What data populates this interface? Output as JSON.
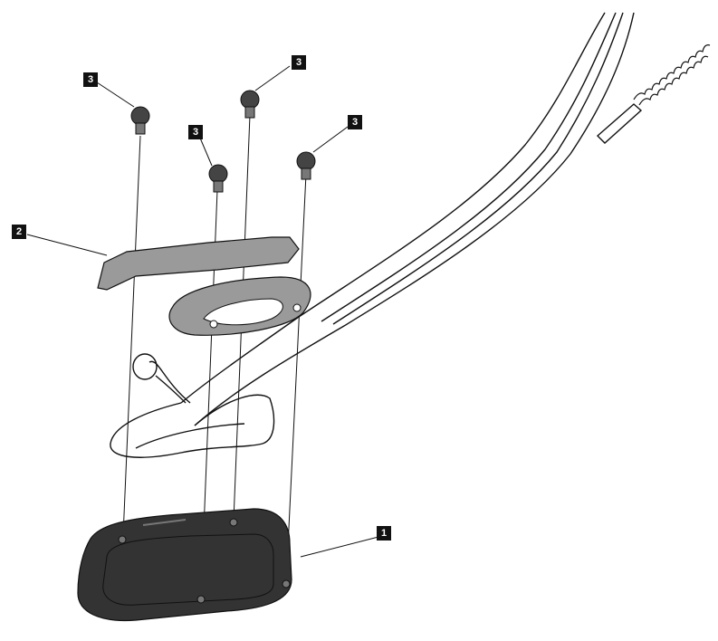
{
  "callouts": [
    {
      "id": "c3a",
      "label": "3"
    },
    {
      "id": "c3b",
      "label": "3"
    },
    {
      "id": "c3c",
      "label": "3"
    },
    {
      "id": "c3d",
      "label": "3"
    },
    {
      "id": "c2",
      "label": "2"
    },
    {
      "id": "c1",
      "label": "1"
    }
  ],
  "colors": {
    "line": "#111111",
    "part_fill": "#9a9a9a",
    "foot_fill": "#333333",
    "callout_bg": "#111111",
    "callout_text": "#ffffff"
  },
  "icons": [
    "screw-icon",
    "bracket-part-icon",
    "side-stand-foot-icon"
  ]
}
